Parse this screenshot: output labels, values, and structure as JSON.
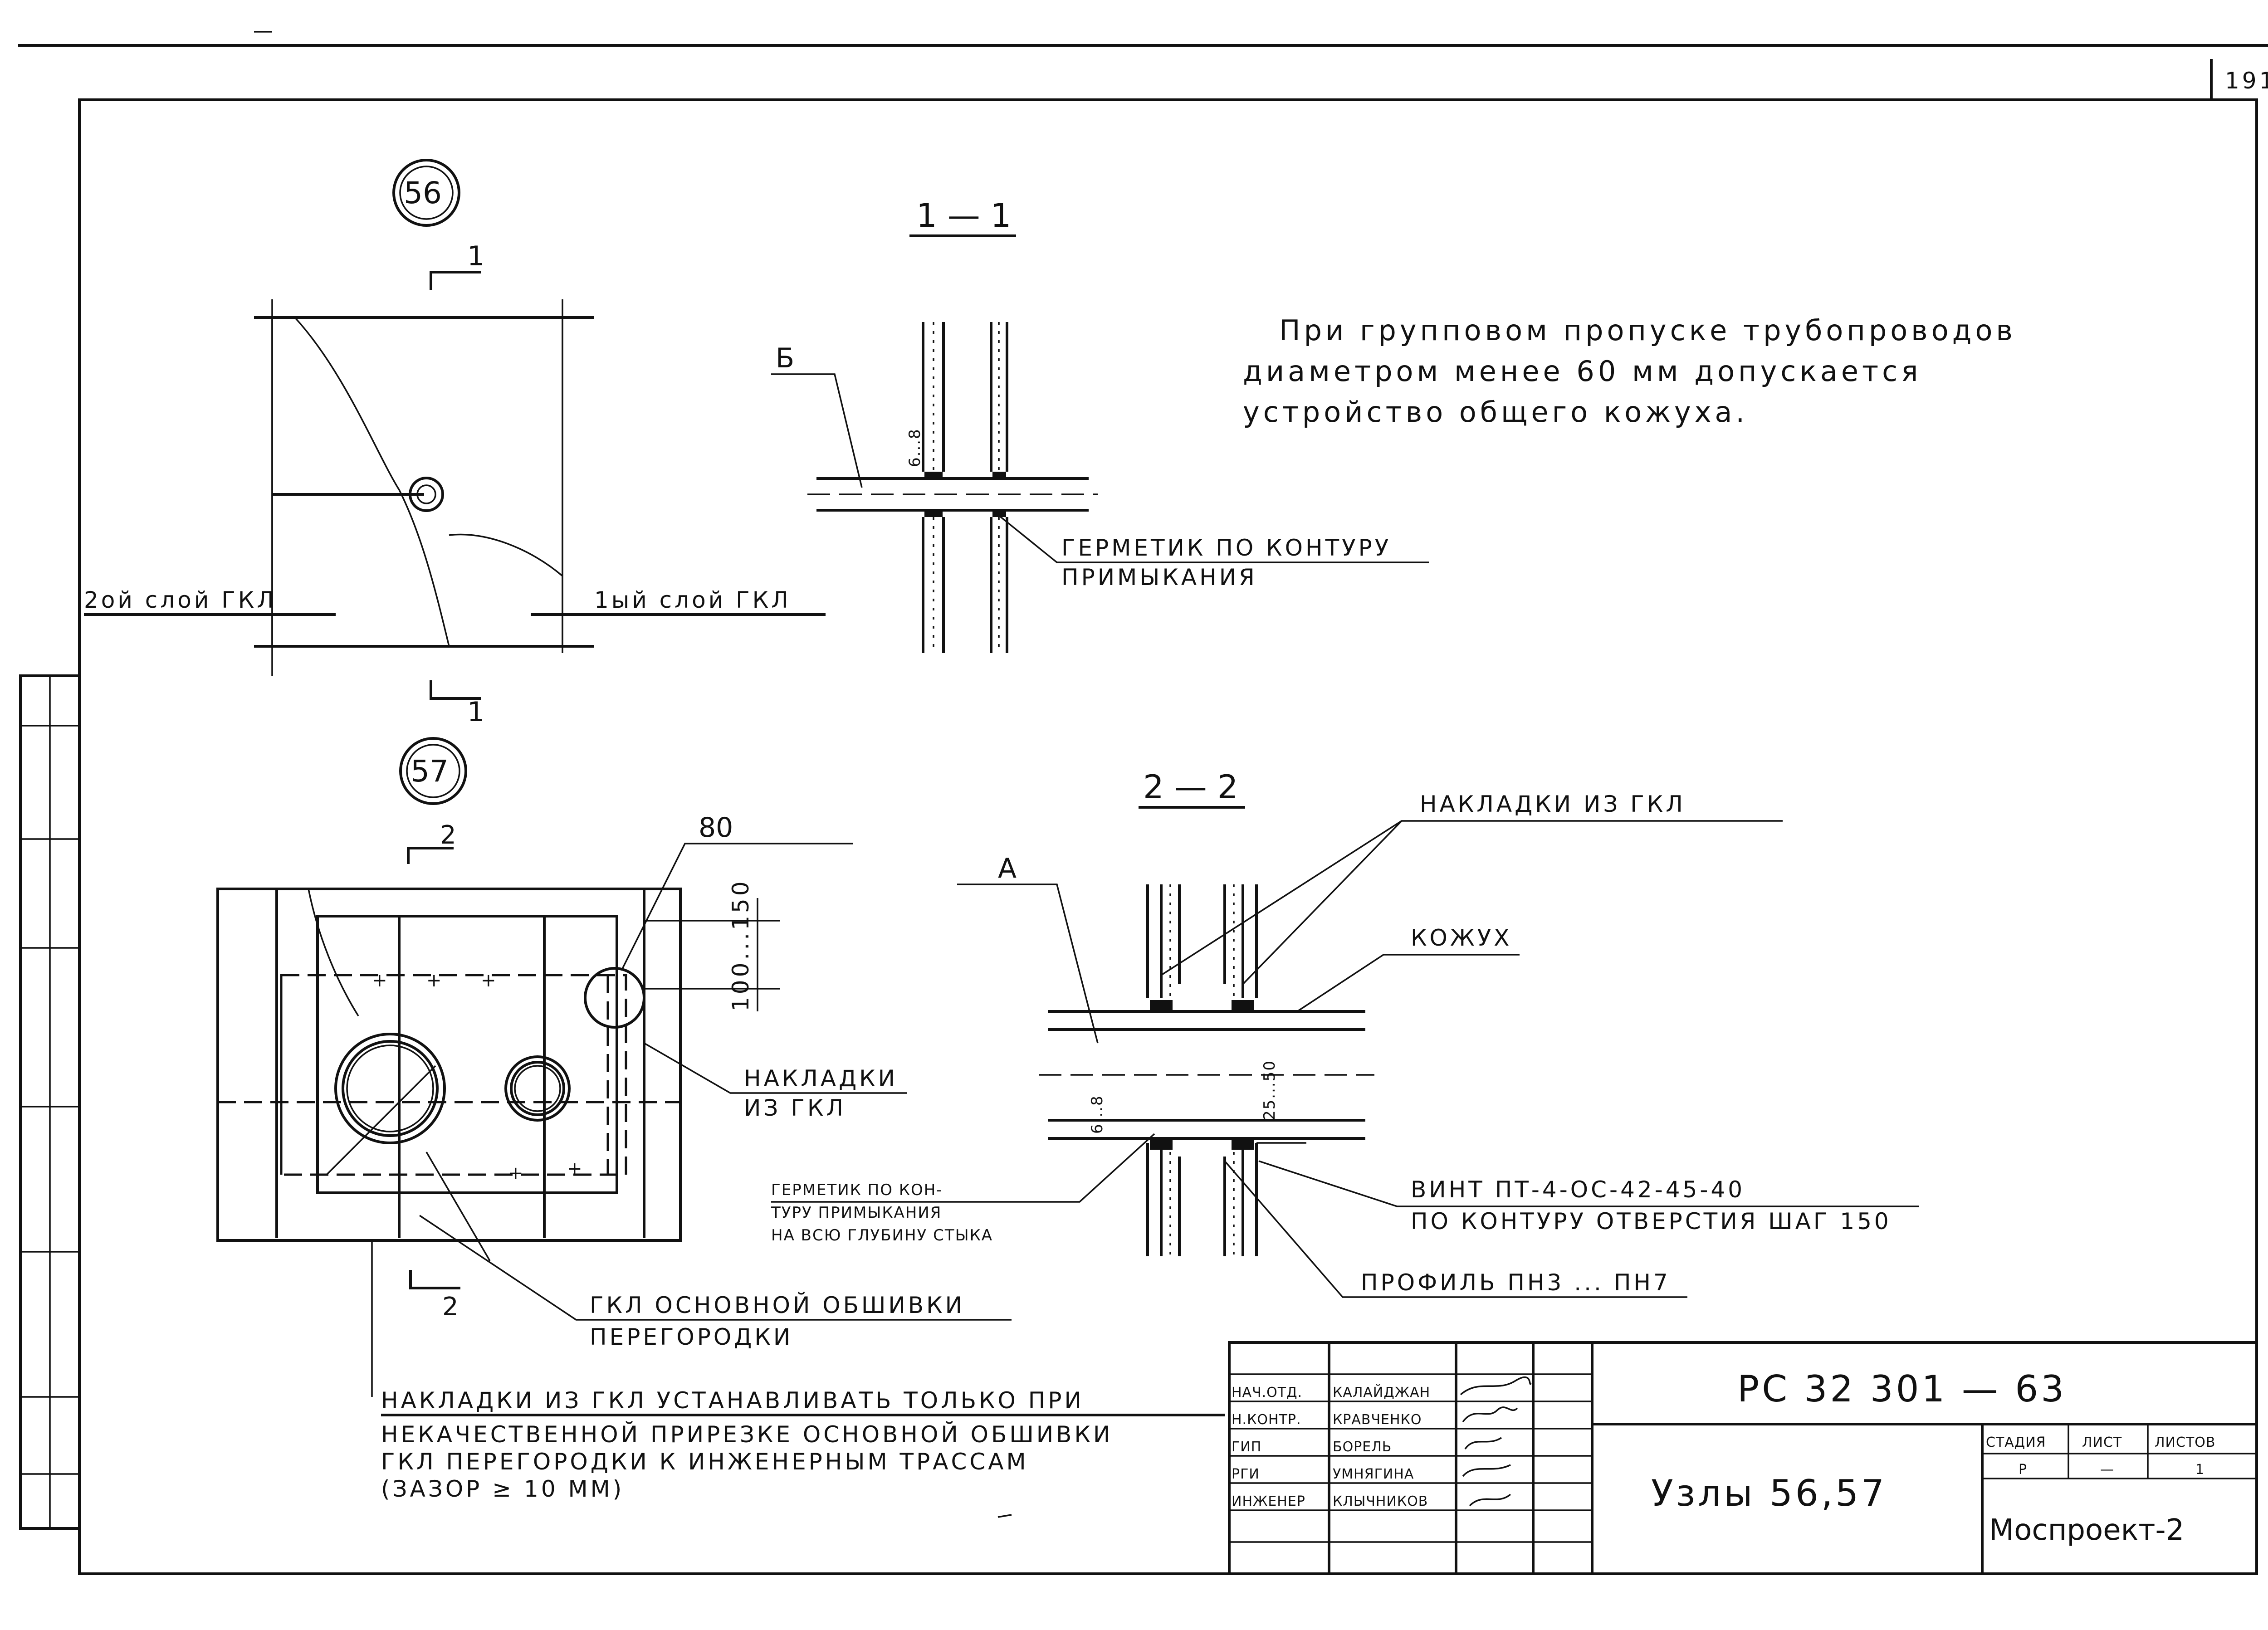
{
  "sheet_number": "191",
  "node_56": {
    "badge": "56",
    "section_mark": "1",
    "label_left": "2ой слой ГКЛ",
    "label_right": "1ый слой ГКЛ"
  },
  "section_1_1": {
    "title": "1 — 1",
    "mark_b": "Б",
    "gap_dim": "6...8",
    "sealant_line1": "ГЕРМЕТИК ПО КОНТУРУ",
    "sealant_line2": "ПРИМЫКАНИЯ"
  },
  "note_group": {
    "line1": "При групповом пропуске трубопроводов",
    "line2": "диаметром менее 60 мм допускается",
    "line3": "устройство общего кожуха."
  },
  "node_57": {
    "badge": "57",
    "section_mark": "2",
    "dim_80": "80",
    "dim_100_150": "100...150",
    "label_overlay_line1": "НАКЛАДКИ",
    "label_overlay_line2": "ИЗ ГКЛ",
    "label_main_line1": "ГКЛ ОСНОВНОЙ ОБШИВКИ",
    "label_main_line2": "ПЕРЕГОРОДКИ"
  },
  "section_2_2": {
    "title": "2 — 2",
    "mark_a": "А",
    "label_overlays": "НАКЛАДКИ ИЗ ГКЛ",
    "label_casing": "КОЖУХ",
    "dim_gap": "6...8",
    "dim_25_50": "25...50",
    "sealant_line1": "ГЕРМЕТИК ПО КОН-",
    "sealant_line2": "ТУРУ ПРИМЫКАНИЯ",
    "sealant_line3": "НА ВСЮ ГЛУБИНУ СТЫКА",
    "screw_line1": "ВИНТ ПТ-4-ОС-42-45-40",
    "screw_line2": "ПО КОНТУРУ ОТВЕРСТИЯ ШАГ 150",
    "profile": "ПРОФИЛЬ ПН3 ... ПН7"
  },
  "note_overlay": {
    "line1": "НАКЛАДКИ ИЗ ГКЛ УСТАНАВЛИВАТЬ ТОЛЬКО ПРИ",
    "line2": "НЕКАЧЕСТВЕННОЙ ПРИРЕЗКЕ ОСНОВНОЙ ОБШИВКИ",
    "line3": "ГКЛ ПЕРЕГОРОДКИ К ИНЖЕНЕРНЫМ ТРАССАМ",
    "line4": "(ЗАЗОР ≥ 10 ММ)"
  },
  "title_block": {
    "code": "РС 32 301 — 63",
    "name": "Узлы 56,57",
    "org": "Моспроект-2",
    "col_stage": "СТАДИЯ",
    "col_sheet": "ЛИСТ",
    "col_sheets": "ЛИСТОВ",
    "val_stage": "Р",
    "val_sheet": "—",
    "val_sheets": "1",
    "roles": [
      "НАЧ.ОТД.",
      "Н.КОНТР.",
      "ГИП",
      "РГИ",
      "ИНЖЕНЕР"
    ],
    "names": [
      "КАЛАЙДЖАН",
      "КРАВЧЕНКО",
      "БОРЕЛЬ",
      "УМНЯГИНА",
      "КЛЫЧНИКОВ"
    ]
  },
  "colors": {
    "ink": "#111111",
    "paper": "#ffffff"
  }
}
